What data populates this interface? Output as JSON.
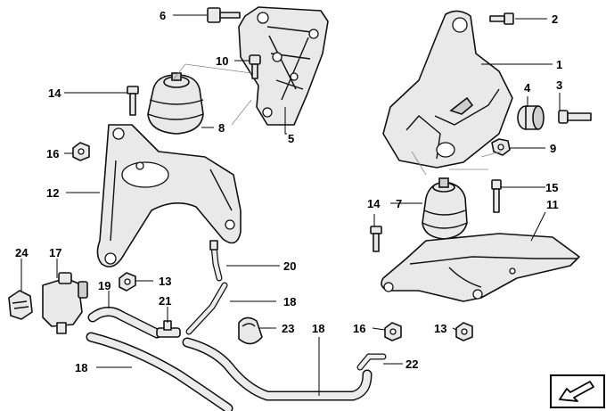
{
  "callouts": {
    "c1": "1",
    "c2": "2",
    "c3": "3",
    "c4": "4",
    "c5": "5",
    "c6": "6",
    "c7": "7",
    "c8": "8",
    "c9": "9",
    "c10": "10",
    "c11": "11",
    "c12": "12",
    "c13a": "13",
    "c13b": "13",
    "c14a": "14",
    "c14b": "14",
    "c15": "15",
    "c16a": "16",
    "c16b": "16",
    "c17": "17",
    "c18a": "18",
    "c18b": "18",
    "c18c": "18",
    "c19": "19",
    "c20": "20",
    "c21": "21",
    "c22": "22",
    "c23": "23",
    "c24": "24"
  },
  "icons": {
    "corner": "direction-arrow-icon"
  }
}
